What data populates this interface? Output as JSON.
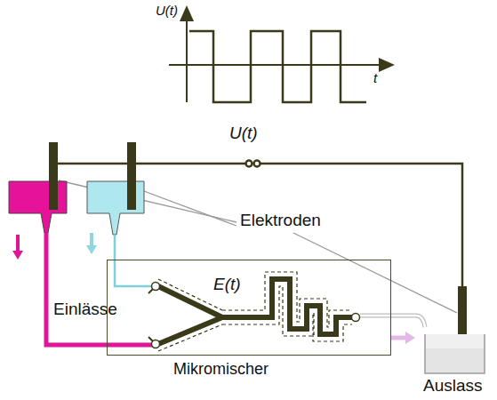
{
  "diagram": {
    "nodes": [
      {
        "text": [
          "Mikromischer"
        ]
      }
    ],
    "labels": [
      "U(t)",
      "t",
      "U(t)",
      "Elektroden",
      "Einlässe",
      "E(t)",
      "Auslass"
    ]
  }
}
